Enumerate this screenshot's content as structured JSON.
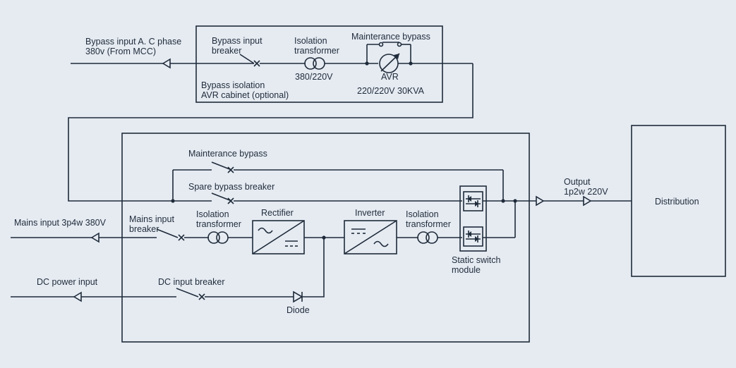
{
  "bypass_input": {
    "line1": "Bypass input A. C phase",
    "line2": "380v (From MCC)"
  },
  "bypass_cabinet": {
    "breaker_line1": "Bypass input",
    "breaker_line2": "breaker",
    "transformer_line1": "Isolation",
    "transformer_line2": "transformer",
    "transformer_ratio": "380/220V",
    "maint_bypass": "Mainterance bypass",
    "avr": "AVR",
    "avr_rating": "220/220V 30KVA",
    "cabinet_line1": "Bypass isolation",
    "cabinet_line2": "AVR cabinet (optional)"
  },
  "ups": {
    "maint_bypass": "Mainterance bypass",
    "spare_bypass": "Spare bypass breaker",
    "mains_breaker_line1": "Mains input",
    "mains_breaker_line2": "breaker",
    "iso1_line1": "Isolation",
    "iso1_line2": "transformer",
    "rectifier": "Rectifier",
    "inverter": "Inverter",
    "iso2_line1": "Isolation",
    "iso2_line2": "transformer",
    "static_line1": "Static switch",
    "static_line2": "module",
    "dc_breaker": "DC input breaker",
    "diode": "Diode"
  },
  "mains_input": "Mains input 3p4w 380V",
  "dc_input": "DC power input",
  "output": {
    "line1": "Output",
    "line2": "1p2w 220V"
  },
  "distribution": "Distribution"
}
